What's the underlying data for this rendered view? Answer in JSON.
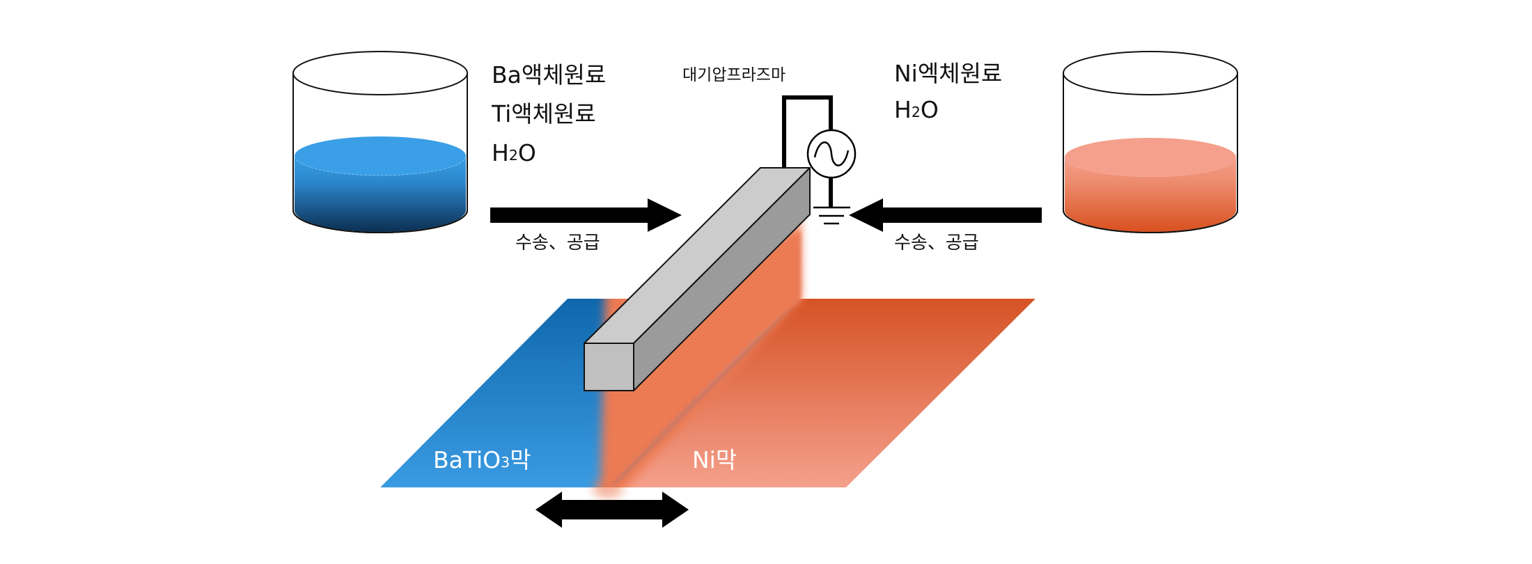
{
  "diagram": {
    "left_source": {
      "lines": [
        "Ba액체원료",
        "Ti액체원료"
      ],
      "water": {
        "base": "H",
        "sub": "2",
        "rest": "O"
      },
      "liquid_color_top": "#3a9fe6",
      "liquid_color_bottom": "#0b2f52"
    },
    "right_source": {
      "lines": [
        "Ni엑체원료"
      ],
      "water": {
        "base": "H",
        "sub": "2",
        "rest": "O"
      },
      "liquid_color_top": "#f5a08c",
      "liquid_color_bottom": "#d9501f"
    },
    "plasma_label": "대기압프라즈마",
    "left_arrow_label": "수송、공급",
    "right_arrow_label": "수송、공급",
    "film_left_label": {
      "base": "BaTiO",
      "sub": "3",
      "rest": "막"
    },
    "film_right_label": "Ni막",
    "colors": {
      "film_blue_top": "#0f67ad",
      "film_blue_bottom": "#3a9be2",
      "film_orange_top": "#d65225",
      "film_orange_bottom": "#f4a08c",
      "plasma_orange": "#ec7a52",
      "electrode_top": "#cccccc",
      "electrode_side": "#9b9b9b",
      "electrode_front": "#c0c0c0"
    }
  }
}
